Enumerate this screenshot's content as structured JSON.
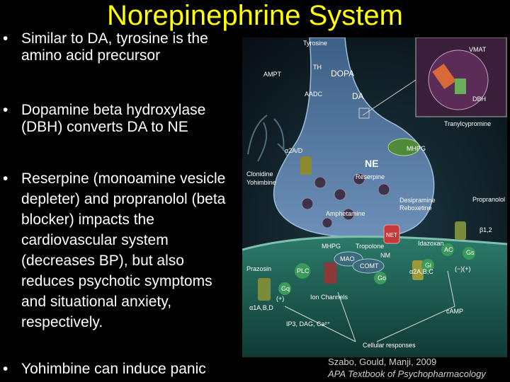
{
  "title": "Norepinephrine System",
  "bullets": [
    "Similar to DA, tyrosine is the amino acid precursor",
    "Dopamine beta hydroxylase (DBH) converts DA to NE",
    "Reserpine (monoamine vesicle depleter) and propranolol (beta blocker) impacts the cardiovascular system (decreases BP), but also reduces psychotic symptoms and situational anxiety, respectively.",
    "Yohimbine can induce panic"
  ],
  "bullet_glyph": "•",
  "figure": {
    "labels": {
      "tyrosine": "Tyrosine",
      "th": "TH",
      "ampt": "AMPT",
      "dopa": "DOPA",
      "aadc": "AADC",
      "da": "DA",
      "vmat": "VMAT",
      "dbh": "DBH",
      "tranylcypromine": "Tranylcypromine",
      "mhpg_top": "MHPG",
      "alpha2_top": "α2A/D",
      "ne": "NE",
      "clonidine": "Clonidine",
      "yohimbine": "Yohimbine",
      "reserpine": "Reserpine",
      "desipramine": "Desipramine",
      "reboxetine": "Reboxetine",
      "amphetamine": "Amphetamine",
      "propranolol": "Propranolol",
      "net": "NET",
      "beta12": "β1,2",
      "mhpg_bottom": "MHPG",
      "tropolone": "Tropolone",
      "nm": "NM",
      "idazoxan": "Idazoxan",
      "ac": "AC",
      "gs": "Gs",
      "prazosin": "Prazosin",
      "mao": "MAO",
      "comt": "COMT",
      "alpha2abc": "α2A,B,C",
      "gi": "Gi",
      "plc": "PLC",
      "gq": "Gq",
      "alpha1": "α1A,B,D",
      "plus_left": "(+)",
      "ion_channels": "Ion Channels",
      "minus_plus": "(−)(+)",
      "go": "Go",
      "ip3": "IP3, DAG, Ca²⁺",
      "camp": "cAMP",
      "cellular": "Cellular responses"
    },
    "colors": {
      "neuron": "#5a7ca6",
      "postsynaptic": "#1f5e53",
      "vesicle": "#6b3a6a",
      "background": "#0c1a24"
    }
  },
  "credit": {
    "line1": "Szabo, Gould, Manji, 2009",
    "line2": "APA Textbook of Psychopharmacology"
  }
}
